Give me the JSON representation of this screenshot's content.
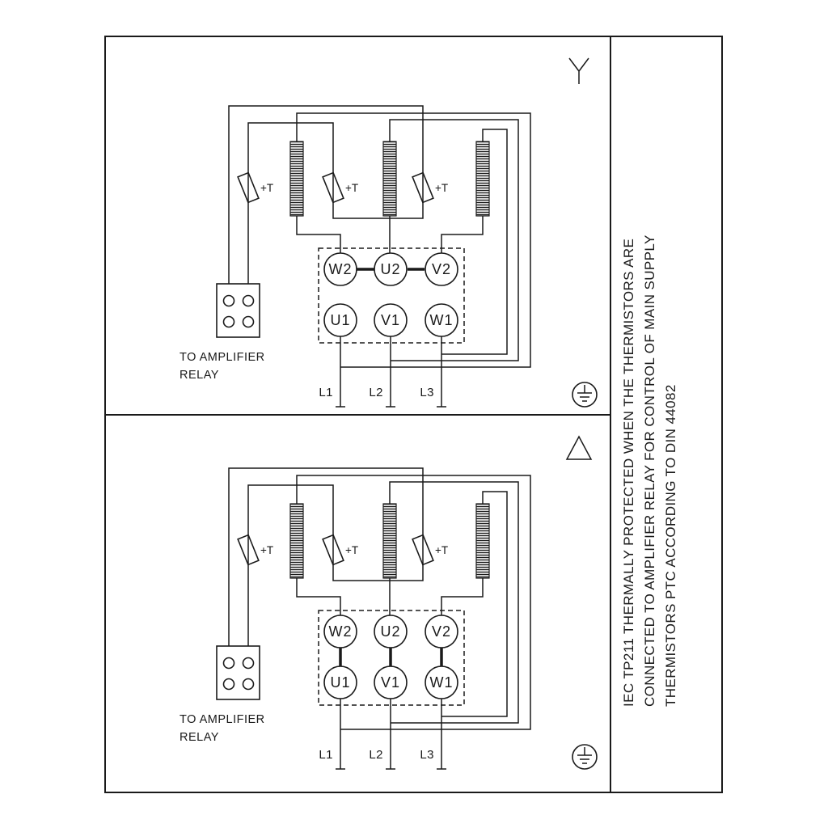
{
  "panels": [
    {
      "connection": "star",
      "terminals_top": [
        "W2",
        "U2",
        "V2"
      ],
      "terminals_bottom": [
        "U1",
        "V1",
        "W1"
      ],
      "thermistor_label": "+T",
      "supply_labels": [
        "L1",
        "L2",
        "L3"
      ],
      "relay_caption": [
        "TO AMPLIFIER",
        "RELAY"
      ]
    },
    {
      "connection": "delta",
      "terminals_top": [
        "W2",
        "U2",
        "V2"
      ],
      "terminals_bottom": [
        "U1",
        "V1",
        "W1"
      ],
      "thermistor_label": "+T",
      "supply_labels": [
        "L1",
        "L2",
        "L3"
      ],
      "relay_caption": [
        "TO AMPLIFIER",
        "RELAY"
      ]
    }
  ],
  "side_note": {
    "lines": [
      "IEC TP211 THERMALLY PROTECTED WHEN THE THERMISTORS ARE",
      "CONNECTED TO AMPLIFIER RELAY FOR CONTROL OF MAIN SUPPLY",
      "THERMISTORS PTC ACCORDING TO DIN 44082"
    ]
  },
  "colors": {
    "line": "#1a1a1a",
    "background": "#ffffff"
  }
}
